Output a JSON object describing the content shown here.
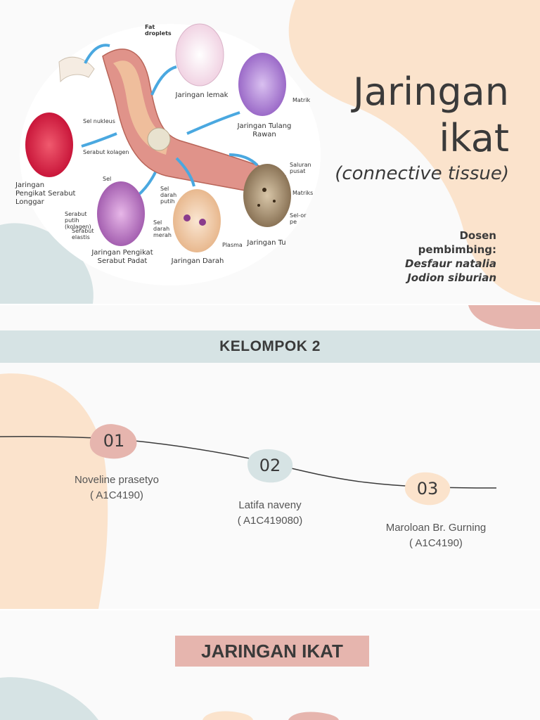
{
  "slide1": {
    "title_line1": "Jaringan",
    "title_line2": "ikat",
    "subtitle": "(connective tissue)",
    "dosen_label_1": "Dosen",
    "dosen_label_2": "pembimbing:",
    "dosen_names": [
      "Desfaur natalia",
      "Jodion siburian"
    ],
    "figure": {
      "labels": {
        "fat_droplets": "Fat droplets",
        "jaringan_lemak": "Jaringan lemak",
        "matrik": "Matrik",
        "jaringan_tulang_rawan": "Jaringan Tulang Rawan",
        "sel_nukleus": "Sel nukleus",
        "serabut_kolagen": "Serabut kolagen",
        "pengikat_longgar": "Jaringan Pengikat Serabut Longgar",
        "sel": "Sel",
        "serabut_putih": "Serabut putih (kolagen)",
        "serabut_elastis": "Serabut elastis",
        "pengikat_padat": "Jaringan Pengikat Serabut Padat",
        "sel_darah_putih": "Sel darah putih",
        "sel_darah_merah": "Sel darah merah",
        "plasma": "Plasma",
        "jaringan_darah": "Jaringan Darah",
        "saluran_pusat": "Saluran pusat",
        "matriks": "Matriks",
        "sel_or": "Sel-or pe",
        "jaringan_tulang": "Jaringan Tu"
      }
    }
  },
  "slide2": {
    "heading": "KELOMPOK 2",
    "members": [
      {
        "number": "01",
        "name": "Noveline prasetyo",
        "id": "( A1C4190)"
      },
      {
        "number": "02",
        "name": "Latifa naveny",
        "id": "( A1C419080)"
      },
      {
        "number": "03",
        "name": "Maroloan Br. Gurning",
        "id": "( A1C4190)"
      }
    ]
  },
  "slide3": {
    "heading": "JARINGAN IKAT"
  },
  "colors": {
    "peach": "#fbe3cc",
    "blue_grey": "#d6e3e4",
    "rose": "#e6b5ae",
    "text": "#3a3a3a"
  }
}
